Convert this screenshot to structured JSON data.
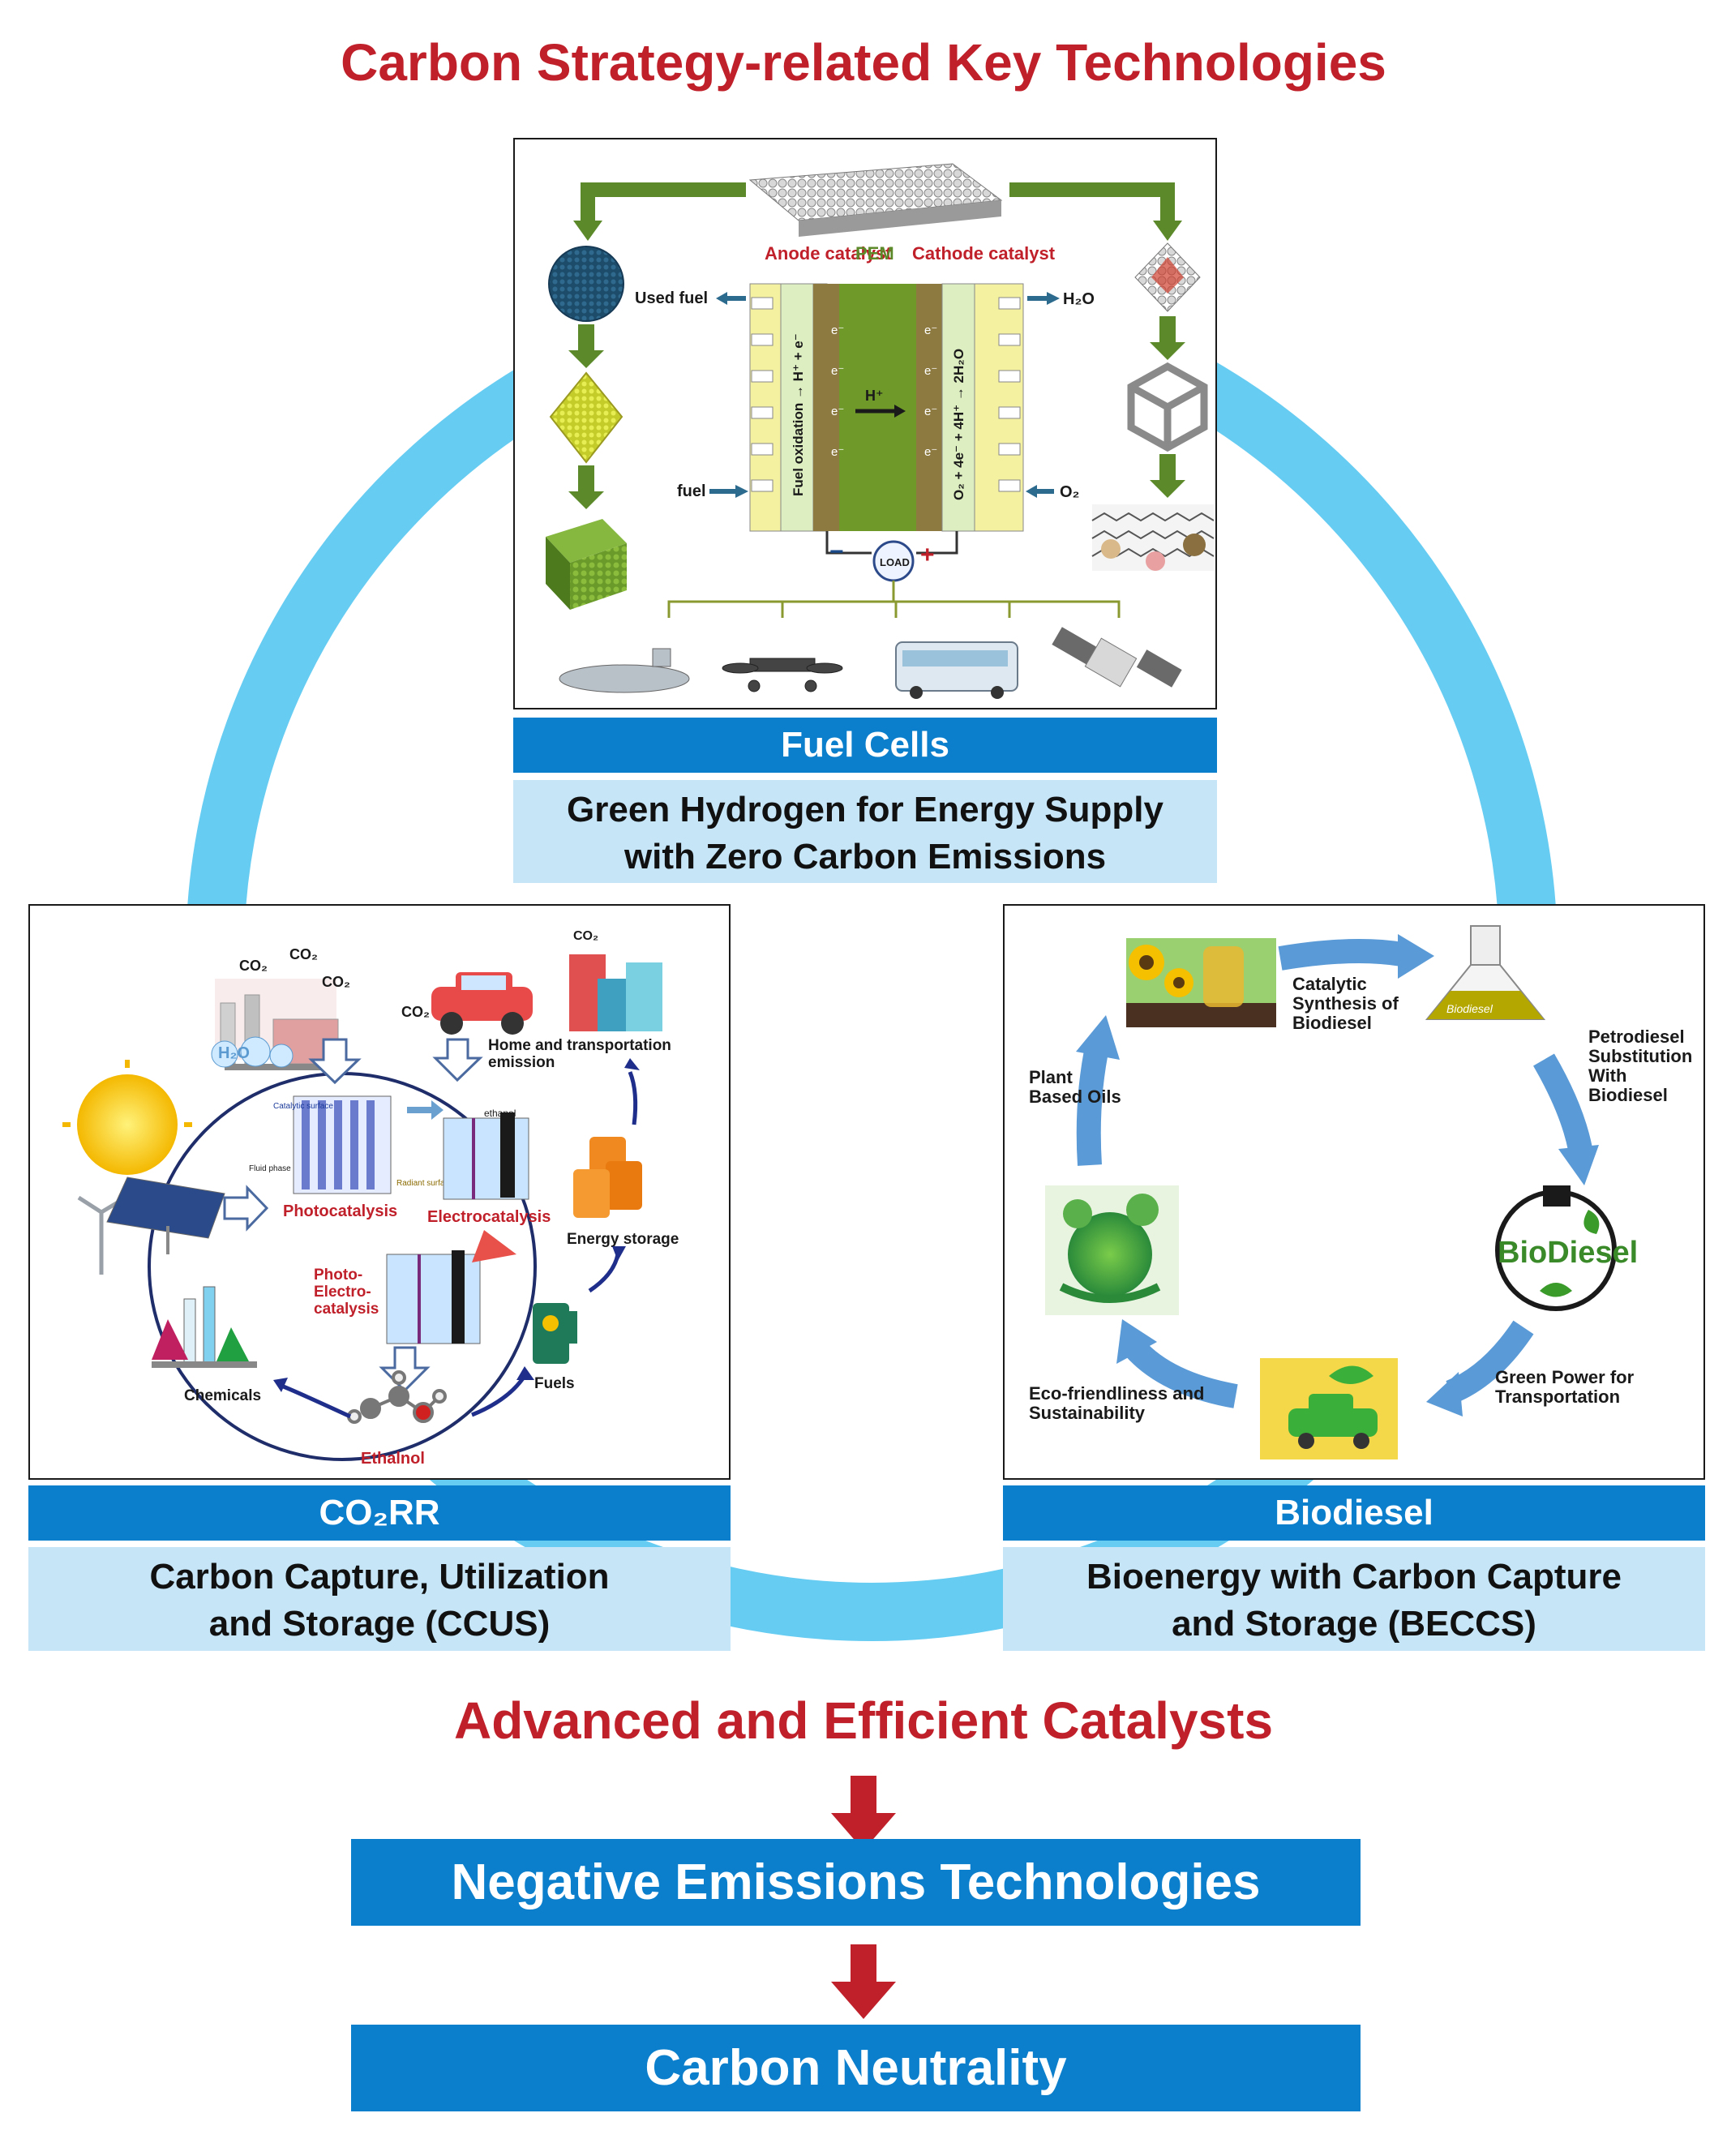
{
  "title": "Carbon Strategy-related Key Technologies",
  "colors": {
    "red": "#c0202a",
    "blue_dark": "#0b7fcc",
    "blue_light": "#c6e6f8",
    "ring": "#66ccf2"
  },
  "fuel_cells": {
    "header": "Fuel Cells",
    "subtitle_line1": "Green Hydrogen for Energy Supply",
    "subtitle_line2": "with Zero Carbon Emissions",
    "diagram": {
      "anode_catalyst": "Anode catalyst",
      "pem": "PEM",
      "cathode_catalyst": "Cathode catalyst",
      "used_fuel": "Used fuel",
      "fuel": "fuel",
      "h2o": "H₂O",
      "o2": "O₂",
      "fuel_oxidation": "Fuel oxidation → H⁺ + e⁻",
      "cathode_reaction": "O₂ + 4e⁻ + 4H⁺ → 2H₂O",
      "electron": "e⁻",
      "proton": "H⁺",
      "load": "LOAD",
      "applications": [
        "submarine-icon",
        "drone-icon",
        "bus-icon",
        "satellite-icon"
      ]
    }
  },
  "co2rr": {
    "header": "CO₂RR",
    "subtitle_line1": "Carbon Capture, Utilization",
    "subtitle_line2": "and Storage (CCUS)",
    "diagram": {
      "co2": "CO₂",
      "h2o": "H₂O",
      "home_transport": "Home and transportation emission",
      "photocatalysis": "Photocatalysis",
      "electrocatalysis": "Electrocatalysis",
      "photoelectrocatalysis": "Photo-Electro-catalysis",
      "energy_storage": "Energy storage",
      "fuels": "Fuels",
      "ethanol": "Ethalnol",
      "chemicals": "Chemicals",
      "catalytic_surface": "Catalytic surface",
      "fluid_phase": "Fluid phase",
      "radiant_surface": "Radiant surface",
      "ethanol_small": "ethanol"
    }
  },
  "biodiesel": {
    "header": "Biodiesel",
    "subtitle_line1": "Bioenergy with Carbon Capture",
    "subtitle_line2": "and Storage (BECCS)",
    "diagram": {
      "catalytic_synthesis": "Catalytic Synthesis of Biodiesel",
      "petrodiesel": "Petrodiesel Substitution With Biodiesel",
      "green_power": "Green Power for Transportation",
      "eco": "Eco-friendliness and Sustainability",
      "plant_oils": "Plant Based Oils",
      "biodiesel_logo": "BioDiesel",
      "flask_label": "Biodiesel"
    }
  },
  "bottom": {
    "catalysts": "Advanced and Efficient Catalysts",
    "negative": "Negative Emissions Technologies",
    "neutrality": "Carbon Neutrality"
  }
}
